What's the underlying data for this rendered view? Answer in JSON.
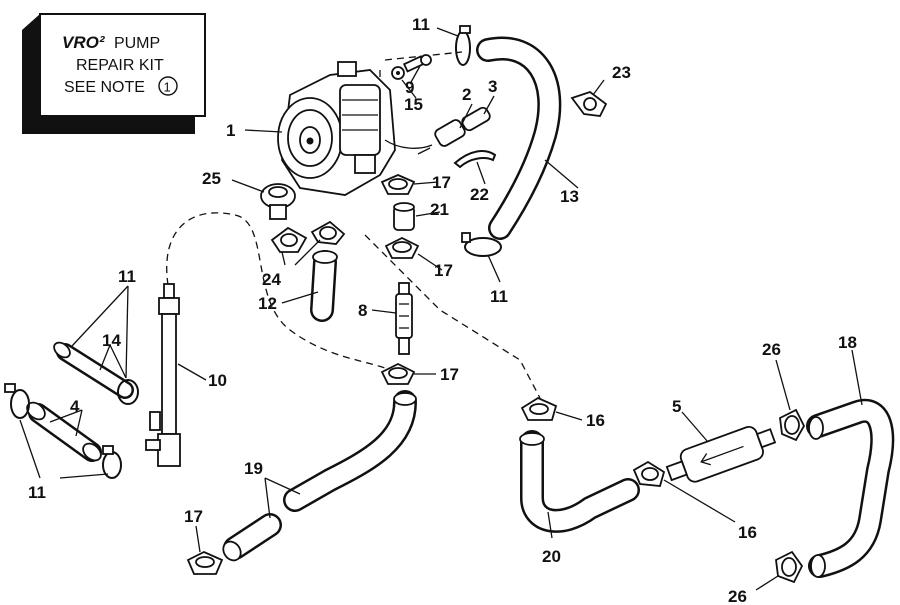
{
  "note_box": {
    "brand": "VRO²",
    "line1_rest": "PUMP",
    "line2": "REPAIR KIT",
    "line3": "SEE NOTE",
    "note_number": "1"
  },
  "callouts": {
    "c1": "1",
    "c2": "2",
    "c3": "3",
    "c4": "4",
    "c5": "5",
    "c8": "8",
    "c9": "9",
    "c10": "10",
    "c11_top": "11",
    "c11_mid": "11",
    "c11_left": "11",
    "c11_bottom": "11",
    "c12": "12",
    "c13": "13",
    "c14": "14",
    "c15": "15",
    "c16_upper": "16",
    "c16_lower": "16",
    "c17_a": "17",
    "c17_b": "17",
    "c17_c": "17",
    "c17_d": "17",
    "c18": "18",
    "c19": "19",
    "c20": "20",
    "c21": "21",
    "c22": "22",
    "c23": "23",
    "c24": "24",
    "c25": "25",
    "c26_upper": "26",
    "c26_lower": "26"
  }
}
